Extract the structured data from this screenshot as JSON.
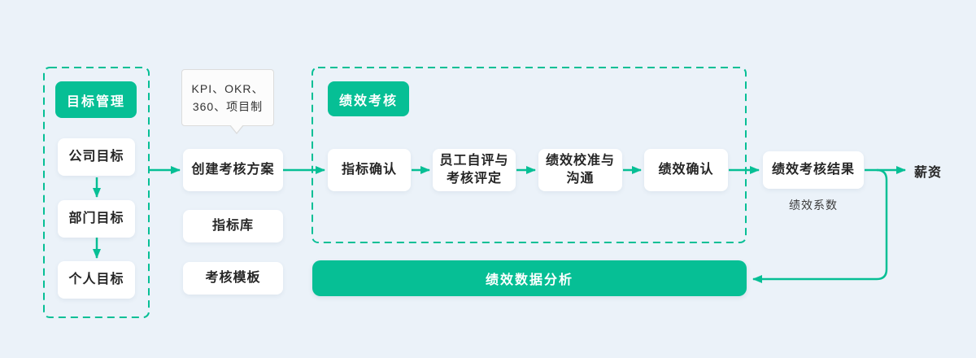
{
  "colors": {
    "accent_green": "#06BF95",
    "background": "#EBF2F9",
    "text": "#262626"
  },
  "goal_management": {
    "title": "目标管理",
    "items": [
      "公司目标",
      "部门目标",
      "个人目标"
    ]
  },
  "callout": {
    "line1": "KPI、OKR、",
    "line2": "360、项目制"
  },
  "plan": {
    "create": "创建考核方案",
    "library": "指标库",
    "template": "考核模板"
  },
  "assessment": {
    "title": "绩效考核",
    "steps": [
      "指标确认",
      "员工自评与考核评定",
      "绩效校准与沟通",
      "绩效确认"
    ]
  },
  "result": {
    "box": "绩效考核结果",
    "coefficient": "绩效系数",
    "salary": "薪资"
  },
  "analysis": {
    "label": "绩效数据分析"
  }
}
